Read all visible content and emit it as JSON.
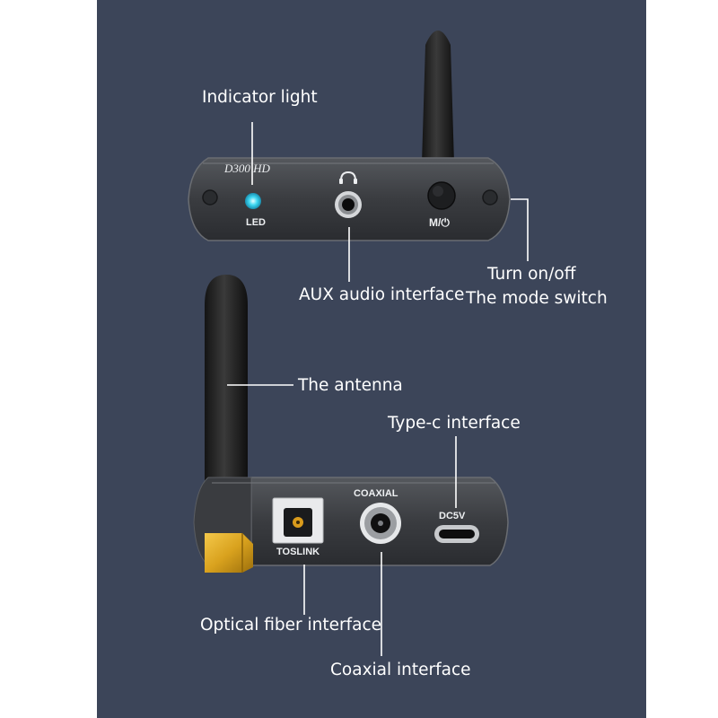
{
  "top_device": {
    "model": "D300 HD",
    "led_label": "LED",
    "mode_label": "M/⏻"
  },
  "bottom_device": {
    "coaxial_label": "COAXIAL",
    "dc_label": "DC5V",
    "toslink_label": "TOSLINK"
  },
  "callouts": {
    "indicator_light": "Indicator light",
    "aux_audio": "AUX audio interface",
    "turn_on_off": "Turn on/off",
    "mode_switch": "The mode switch",
    "antenna": "The antenna",
    "type_c": "Type-c interface",
    "optical_fiber": "Optical fiber interface",
    "coaxial_interface": "Coaxial interface"
  },
  "colors": {
    "background": "#3c4559",
    "device_body": "#34363a",
    "led": "#3fd8f2",
    "gold_connector": "#d9a21e"
  }
}
